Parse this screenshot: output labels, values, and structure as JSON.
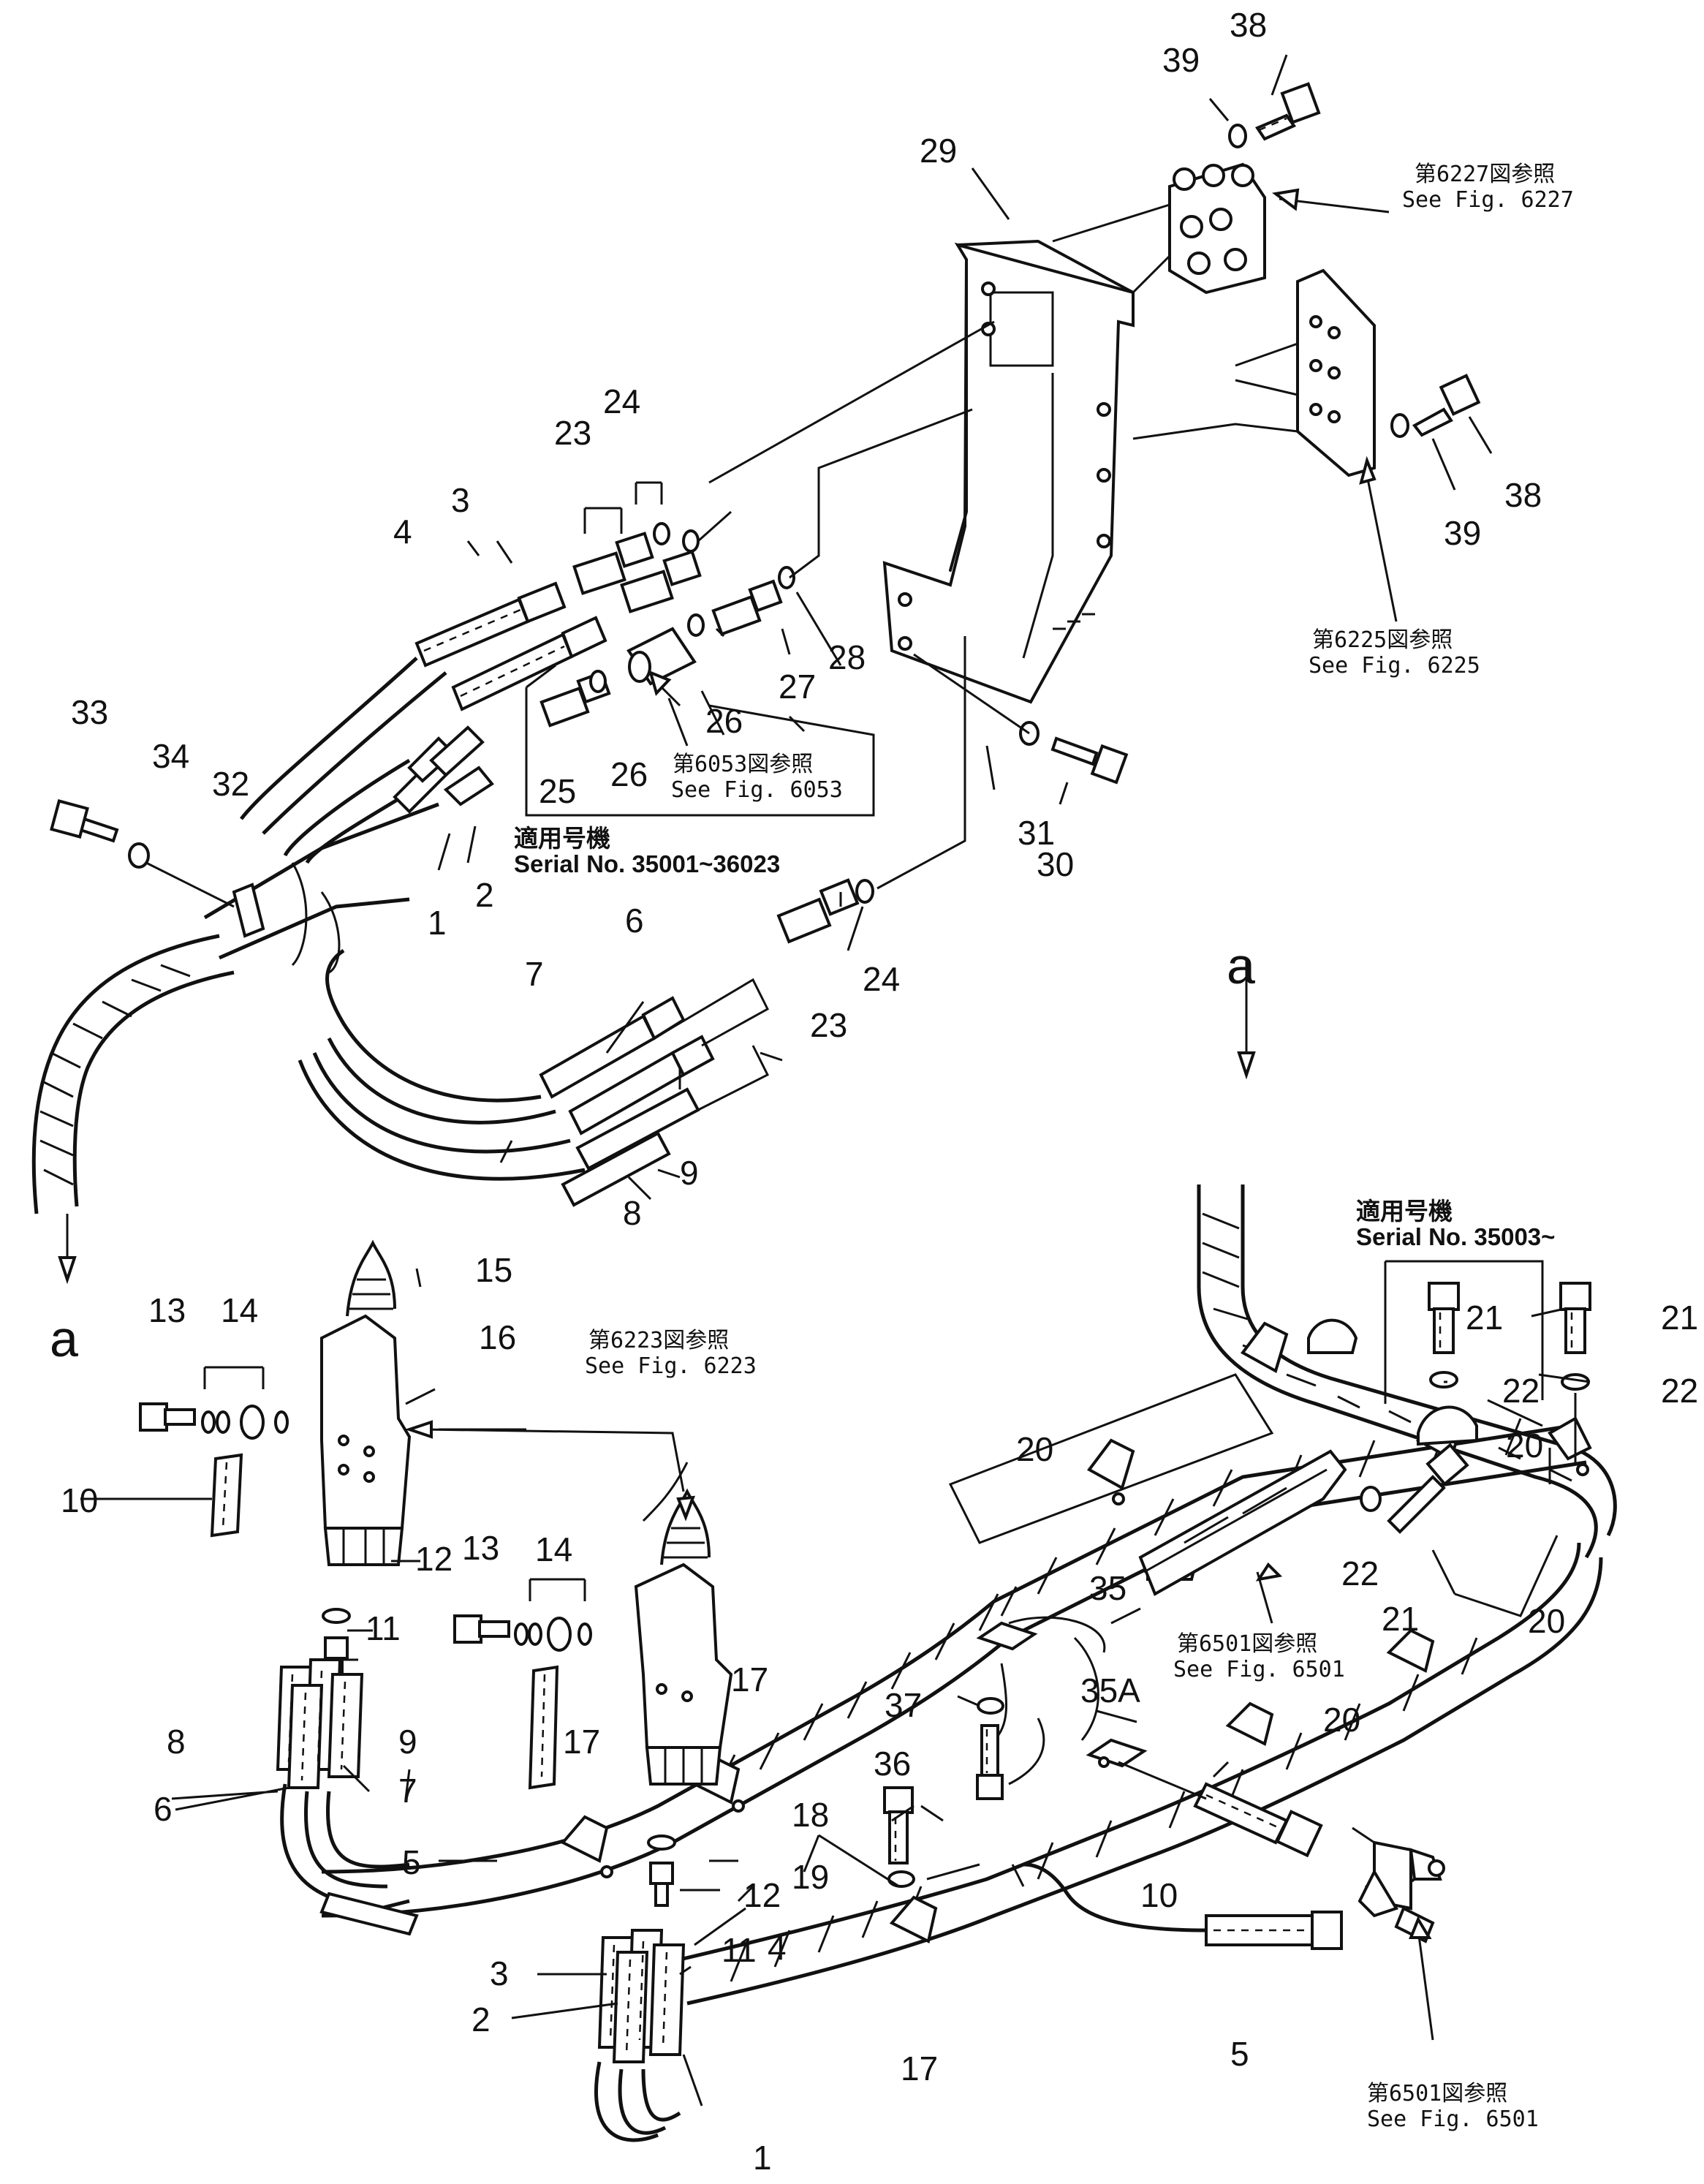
{
  "parts": {
    "p1a": "1",
    "p2a": "2",
    "p3a": "3",
    "p4a": "4",
    "p6a": "6",
    "p7a": "7",
    "p8a": "8",
    "p9a": "9",
    "p23a": "23",
    "p24a": "24",
    "p25": "25",
    "p26a": "26",
    "p26b": "26",
    "p27": "27",
    "p28": "28",
    "p29": "29",
    "p30": "30",
    "p31": "31",
    "p32": "32",
    "p33": "33",
    "p34": "34",
    "p38a": "38",
    "p39a": "39",
    "p38b": "38",
    "p39b": "39",
    "p23b": "23",
    "p24b": "24",
    "p13a": "13",
    "p14a": "14",
    "p15": "15",
    "p16": "16",
    "p10a": "10",
    "p12a": "12",
    "p11a": "11",
    "p8b": "8",
    "p9b": "9",
    "p6b": "6",
    "p7b": "7",
    "p5a": "5",
    "p13b": "13",
    "p14b": "14",
    "p17a": "17",
    "p17b": "17",
    "p12b": "12",
    "p11b": "11",
    "p3b": "3",
    "p2b": "2",
    "p4b": "4",
    "p1b": "1",
    "p17c": "17",
    "p20a": "20",
    "p20b": "20",
    "p20c": "20",
    "p20d": "20",
    "p21a": "21",
    "p22a": "22",
    "p21b": "21",
    "p22b": "22",
    "p22c": "22",
    "p21c": "21",
    "p35": "35",
    "p35a": "35A",
    "p37": "37",
    "p36": "36",
    "p18": "18",
    "p19": "19",
    "p10b": "10",
    "p5b": "5"
  },
  "markers": {
    "a_top": "a",
    "a_left": "a"
  },
  "refs": {
    "r6227_jp": "第6227図参照",
    "r6227_en": "See  Fig. 6227",
    "r6225_jp": "第6225図参照",
    "r6225_en": "See  Fig. 6225",
    "r6053_jp": "第6053図参照",
    "r6053_en": "See  Fig. 6053",
    "r6223_jp": "第6223図参照",
    "r6223_en": "See  Fig. 6223",
    "r6501a_jp": "第6501図参照",
    "r6501a_en": "See  Fig. 6501",
    "r6501b_jp": "第6501図参照",
    "r6501b_en": "See  Fig. 6501"
  },
  "serials": {
    "s1_jp": "適用号機",
    "s1_en": "Serial No. 35001~36023",
    "s2_jp": "適用号機",
    "s2_en": "Serial No. 35003~"
  }
}
